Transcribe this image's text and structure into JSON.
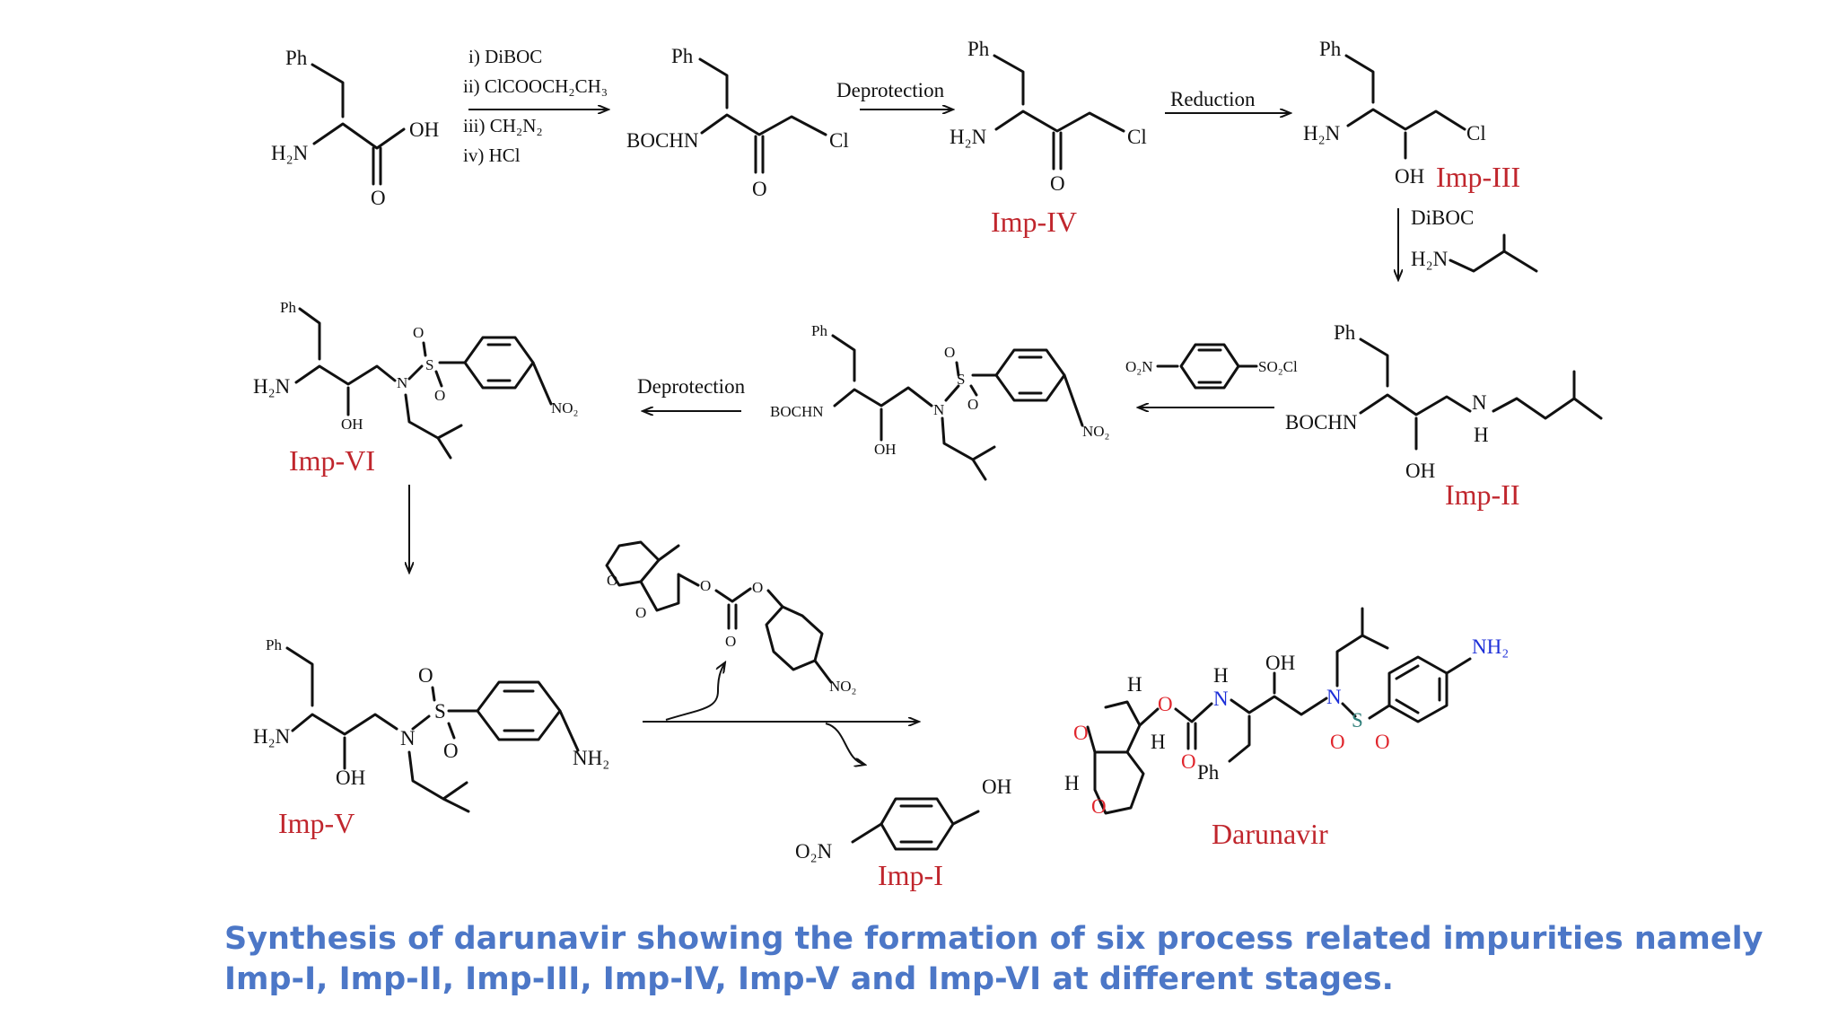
{
  "colors": {
    "impurity_label": "#c0262d",
    "caption": "#4c77c7",
    "oxygen": "#e0262d",
    "nitrogen": "#1d2fd8",
    "sulfur": "#2f7f7a"
  },
  "labels": {
    "ph": "Ph",
    "h2n": "H₂N",
    "oh": "OH",
    "o": "O",
    "cl": "Cl",
    "bochn": "BOCHN",
    "no2": "NO₂",
    "o2n": "O₂N",
    "nh2": "NH₂",
    "so2cl": "SO₂Cl",
    "s": "S",
    "n": "N",
    "h": "H",
    "diboc": "DiBOC"
  },
  "steps": {
    "step1": [
      "i) DiBOC",
      "ii) ClCOOCH₂CH₃",
      "iii) CH₂N₂",
      "iv) HCl"
    ],
    "deprotection": "Deprotection",
    "reduction": "Reduction",
    "amine_reagent": "H₂N"
  },
  "impurities": {
    "imp4": "Imp-IV",
    "imp3": "Imp-III",
    "imp2": "Imp-II",
    "imp6": "Imp-VI",
    "imp5": "Imp-V",
    "imp1": "Imp-I"
  },
  "product": "Darunavir",
  "caption": {
    "line1": "Synthesis of darunavir showing the formation of six process related impurities namely",
    "line2": "Imp-I, Imp-II, Imp-III, Imp-IV, Imp-V and Imp-VI at different stages."
  }
}
